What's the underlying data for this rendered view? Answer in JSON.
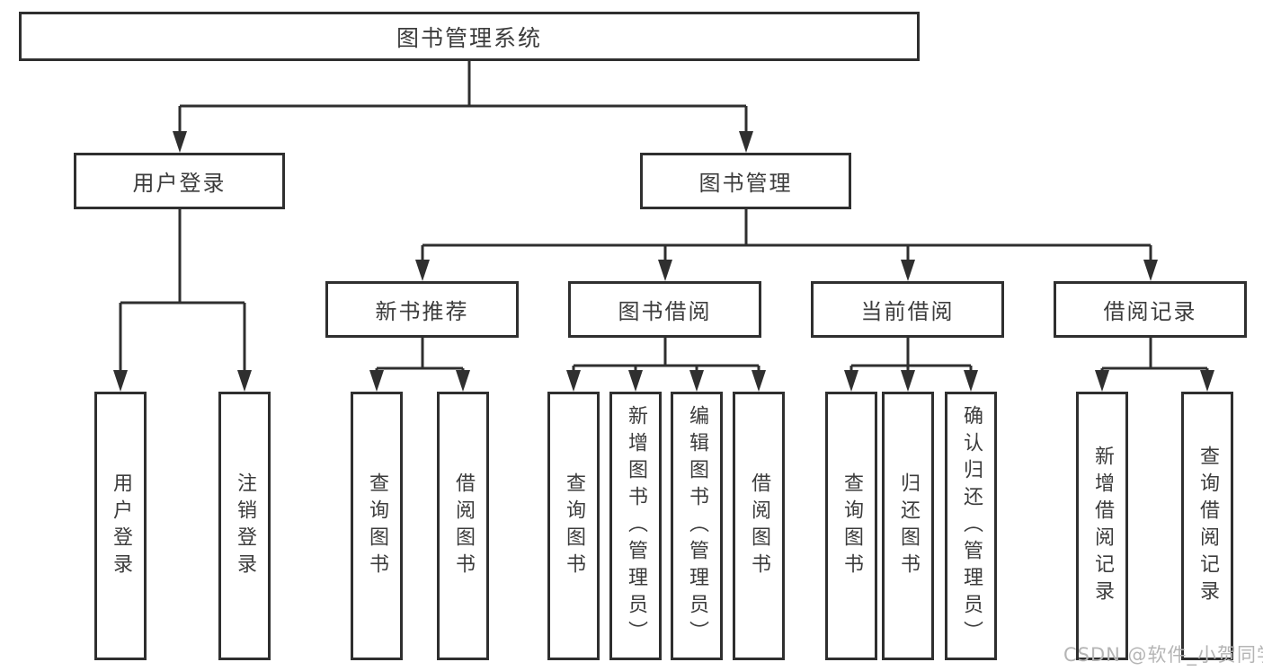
{
  "colors": {
    "line": "#2f2f2f",
    "text": "#3c3c3c",
    "box_fill": "#ffffff",
    "watermark": "#b5b5b5",
    "background": "#ffffff"
  },
  "tree": {
    "root": "图书管理系统",
    "branches": [
      {
        "label": "用户登录",
        "children": [
          "用户登录",
          "注销登录"
        ]
      },
      {
        "label": "图书管理",
        "groups": [
          {
            "label": "新书推荐",
            "children": [
              "查询图书",
              "借阅图书"
            ]
          },
          {
            "label": "图书借阅",
            "children": [
              "查询图书",
              "新增图书（管理员）",
              "编辑图书（管理员）",
              "借阅图书"
            ]
          },
          {
            "label": "当前借阅",
            "children": [
              "查询图书",
              "归还图书",
              "确认归还（管理员）"
            ]
          },
          {
            "label": "借阅记录",
            "children": [
              "新增借阅记录",
              "查询借阅记录"
            ]
          }
        ]
      }
    ]
  },
  "watermark": {
    "text": "CSDN @软件_小贺同学"
  }
}
